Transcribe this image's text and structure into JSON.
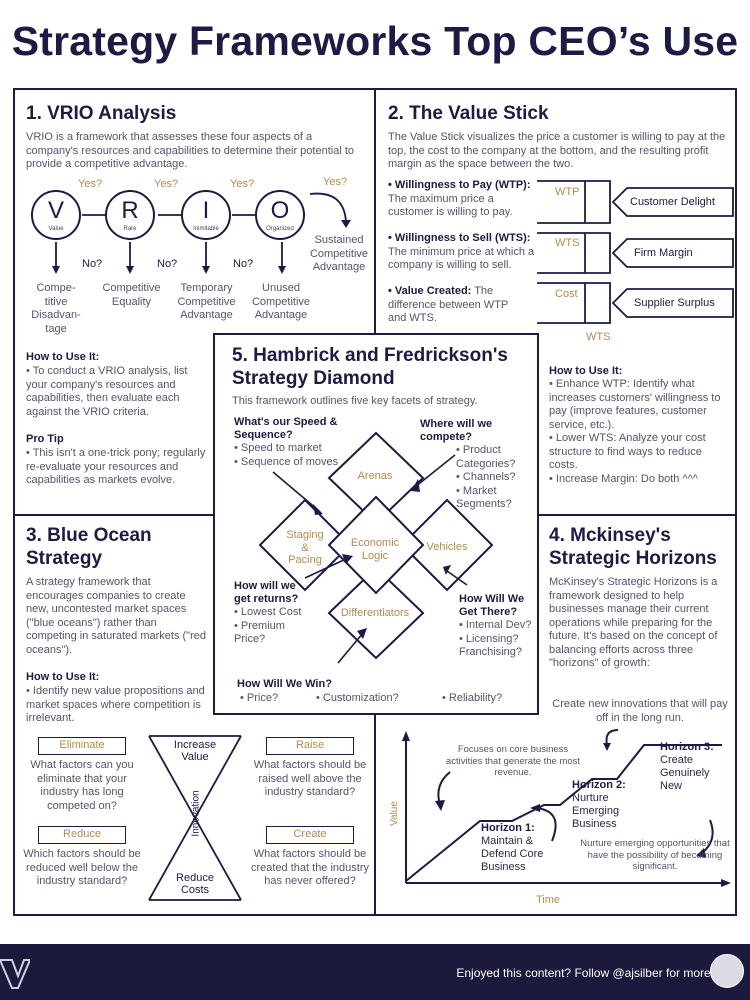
{
  "title": "Strategy Frameworks Top CEO’s Use",
  "vrio": {
    "heading": "1. VRIO Analysis",
    "intro": "VRIO is a framework that assesses these four aspects of a company's resources and capabilities to determine their potential to provide a competitive advantage.",
    "letters": [
      {
        "letter": "V",
        "label": "Value"
      },
      {
        "letter": "R",
        "label": "Rare"
      },
      {
        "letter": "I",
        "label": "Inimitable"
      },
      {
        "letter": "O",
        "label": "Organized"
      }
    ],
    "yes": "Yes?",
    "no": "No?",
    "outcomes": [
      "Compe-\ntitive\nDisadvan-\ntage",
      "Competitive\nEquality",
      "Temporary\nCompetitive\nAdvantage",
      "Unused\nCompetitive\nAdvantage"
    ],
    "sustained": "Sustained\nCompetitive\nAdvantage",
    "howto_title": "How to Use It:",
    "howto_text": "• To conduct a VRIO analysis, list your company's resources and capabilities, then evaluate each against the VRIO criteria.",
    "tip_title": "Pro Tip",
    "tip_text": "• This isn't a one-trick pony; regularly re-evaluate your resources and capabilities as markets evolve."
  },
  "value_stick": {
    "heading": "2. The Value Stick",
    "intro": "The Value Stick visualizes the price a customer is willing to pay at the top, the cost to the company at the bottom, and the resulting profit margin as the space between the two.",
    "items": [
      {
        "title": "• Willingness to Pay (WTP):",
        "text": "The maximum price a customer is willing to pay."
      },
      {
        "title": "• Willingness to Sell (WTS):",
        "text": "The minimum price at which a company is willing to sell."
      },
      {
        "title": "• Value Created:",
        "text": "The difference between WTP and WTS."
      }
    ],
    "stick_labels": [
      "WTP",
      "WTS",
      "Cost"
    ],
    "bottom_label": "WTS",
    "arrow_labels": [
      "Customer Delight",
      "Firm Margin",
      "Supplier Surplus"
    ],
    "howto_title": "How to Use It:",
    "howto_text": "• Enhance WTP: Identify what increases customers' willingness to pay (improve features, customer service, etc.).\n• Lower WTS: Analyze your cost structure to find ways to reduce costs.\n• Increase Margin: Do both ^^^"
  },
  "diamond": {
    "heading": "5. Hambrick and Fredrickson's Strategy Diamond",
    "intro": "This framework outlines five key facets of strategy.",
    "speed_title": "What's our Speed & Sequence?",
    "speed_items": "• Speed to market\n• Sequence of moves",
    "compete_title": "Where will we compete?",
    "compete_items": "• Product Categories?\n• Channels?\n• Market Segments?",
    "returns_title": "How will we get returns?",
    "returns_items": "• Lowest Cost\n• Premium Price?",
    "there_title": "How Will We Get There?",
    "there_items": "• Internal Dev?\n• Licensing? Franchising?",
    "win_title": "How Will We Win?",
    "win_items": [
      "• Price?",
      "• Customization?",
      "• Reliability?"
    ],
    "nodes": {
      "arenas": "Arenas",
      "staging": "Staging\n&\nPacing",
      "logic": "Economic\nLogic",
      "vehicles": "Vehicles",
      "diff": "Differentiators"
    }
  },
  "blue_ocean": {
    "heading": "3. Blue Ocean Strategy",
    "intro": "A strategy framework that encourages companies to create new, uncontested market spaces (\"blue oceans\") rather than competing in saturated markets (\"red oceans\").",
    "howto_title": "How to Use It:",
    "howto_text": "• Identify new value propositions and market spaces where competition is irrelevant.",
    "eliminate": "Eliminate",
    "eliminate_q": "What factors can you eliminate that your industry has long competed on?",
    "reduce": "Reduce",
    "reduce_q": "Which factors should be reduced well below the industry standard?",
    "raise": "Raise",
    "raise_q": "What factors should be raised well above the industry standard?",
    "create": "Create",
    "create_q": "What factors should be created that the industry has never offered?",
    "increase": "Increase\nValue",
    "innovation": "Innovation",
    "reduce_costs": "Reduce\nCosts"
  },
  "horizons": {
    "heading": "4. Mckinsey's Strategic Horizons",
    "intro": "McKinsey's Strategic Horizons is a framework designed to help businesses manage their current operations while preparing for the future. It's based on the concept of balancing efforts across three \"horizons\" of growth:",
    "top_note": "Create new innovations that will pay off in the long run.",
    "core_note": "Focuses on core business activities that generate the most revenue.",
    "h1": "Horizon 1:",
    "h1_text": "Maintain &\nDefend Core\nBusiness",
    "h2": "Horizon 2:",
    "h2_text": "Nurture\nEmerging\nBusiness",
    "h3": "Horizon 3:",
    "h3_text": "Create\nGenuinely\nNew",
    "emerging_note": "Nurture emerging opportunities that have the possibility of becoming significant.",
    "y_axis": "Value",
    "x_axis": "Time"
  },
  "footer": {
    "text": "Enjoyed this content? Follow @ajsilber for more."
  },
  "colors": {
    "navy": "#1d1a43",
    "gold": "#b58a4e"
  }
}
